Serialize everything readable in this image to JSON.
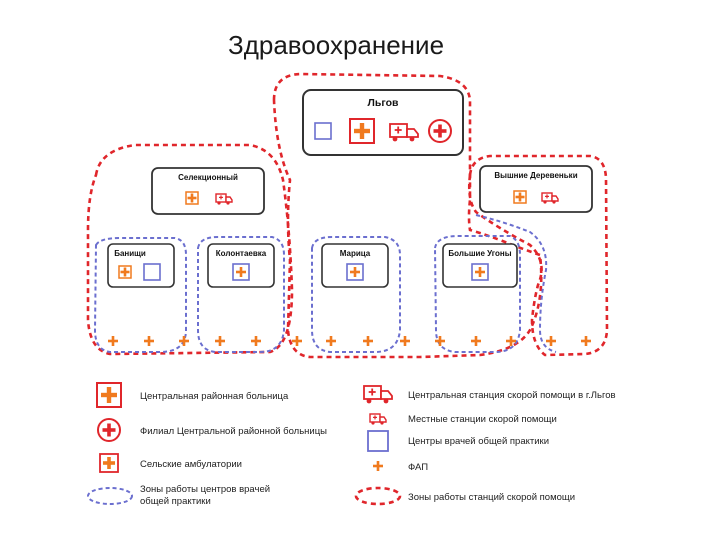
{
  "title": "Здравоохранение",
  "settlements": {
    "lgov": "Льгов",
    "selekcionny": "Селекционный",
    "banishchi": "Банищи",
    "kolontaevka": "Колонтаевка",
    "marica": "Марица",
    "bolshie_ugony": "Большие Угоны",
    "vyshnie_derevenki": "Вышние Деревеньки"
  },
  "legend": {
    "crb": "Центральная районная больница",
    "crb_branch": "Филиал Центральной районной больницы",
    "rural_ambulatory": "Сельские амбулатории",
    "gp_zones_line1": "Зоны работы центров врачей",
    "gp_zones_line2": "общей практики",
    "central_ambulance": "Центральная станция скорой помощи в г.Льгов",
    "local_ambulance": "Местные станции скорой помощи",
    "gp_centers": "Центры врачей общей практики",
    "fap": "ФАП",
    "ambulance_zones": "Зоны работы станций скорой помощи"
  },
  "colors": {
    "red": "#e0262b",
    "orange": "#f07a1e",
    "blue": "#6b6fcf"
  }
}
